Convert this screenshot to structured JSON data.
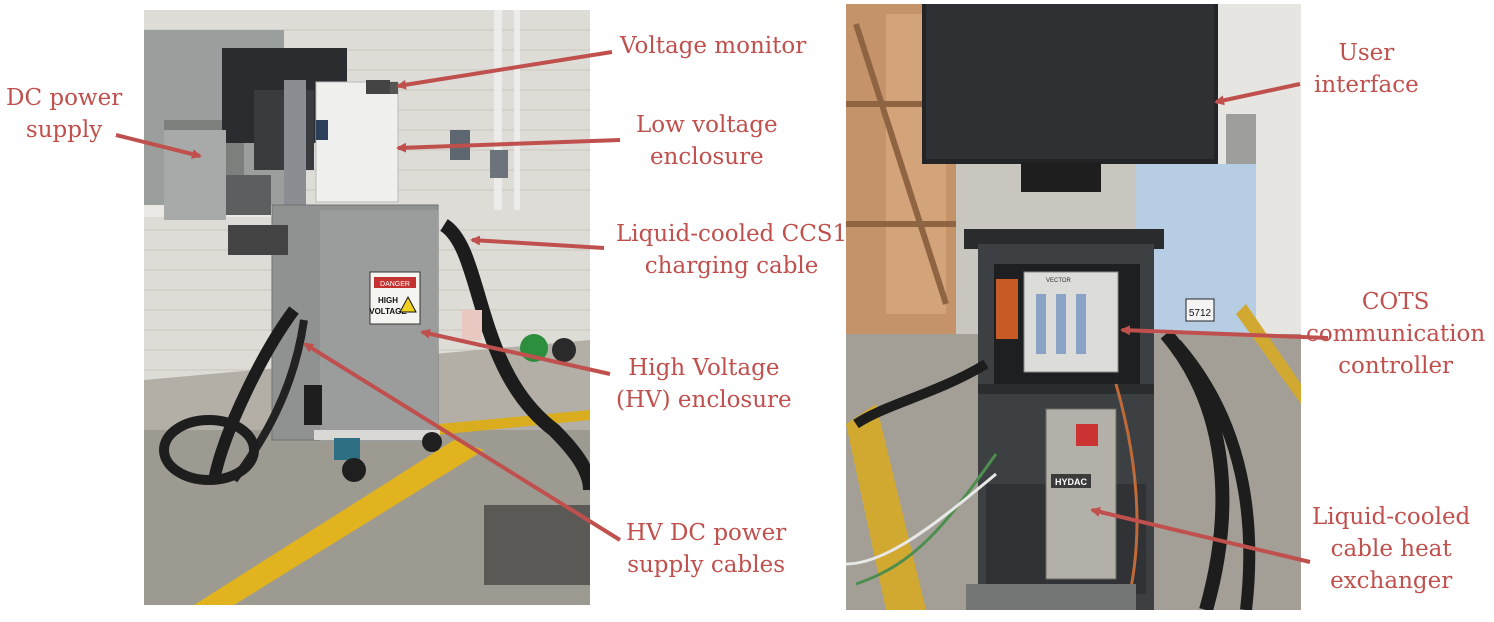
{
  "accent_color": "#c0504d",
  "photos": {
    "left": {
      "label": "charger-cart-side-view"
    },
    "right": {
      "label": "charger-cart-rear-view"
    }
  },
  "sign": {
    "line1": "DANGER",
    "line2": "HIGH",
    "line3": "VOLTAGE"
  },
  "heat_exchanger_brand": "HYDAC",
  "controller_brand": "VECTOR",
  "plate_text": "5712",
  "labels": {
    "voltage_monitor": "Voltage monitor",
    "dc_power_supply_1": "DC power",
    "dc_power_supply_2": "supply",
    "low_voltage_1": "Low voltage",
    "low_voltage_2": "enclosure",
    "ccs1_1": "Liquid-cooled CCS1",
    "ccs1_2": "charging cable",
    "hv_enclosure_1": "High Voltage",
    "hv_enclosure_2": "(HV) enclosure",
    "hv_cables_1": "HV DC power",
    "hv_cables_2": "supply cables",
    "user_interface_1": "User",
    "user_interface_2": "interface",
    "cots_1": "COTS",
    "cots_2": "communication",
    "cots_3": "controller",
    "heat_exchanger_1": "Liquid-cooled",
    "heat_exchanger_2": "cable heat",
    "heat_exchanger_3": "exchanger"
  }
}
